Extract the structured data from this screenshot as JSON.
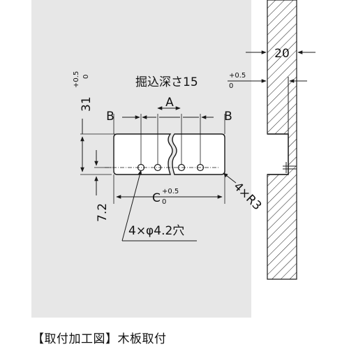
{
  "labels": {
    "dim_20": "20",
    "depth_text": "掘込深さ15",
    "depth_tol_upper": "+0.5",
    "depth_tol_lower": "0",
    "dim_31": "31",
    "dim_31_tol_upper": "+0.5",
    "dim_31_tol_lower": "0",
    "dim_B_left": "B",
    "dim_A": "A",
    "dim_B_right": "B",
    "dim_C": "C",
    "dim_C_tol_upper": "+0.5",
    "dim_C_tol_lower": "0",
    "dim_7_2": "7.2",
    "corner_radius": "4×R3",
    "hole_spec": "4×φ4.2穴"
  },
  "caption": "【取付加工図】木板取付",
  "colors": {
    "background_panel": "#e7e7e7",
    "line": "#1a1a1a",
    "cutout_fill": "#ffffff"
  }
}
